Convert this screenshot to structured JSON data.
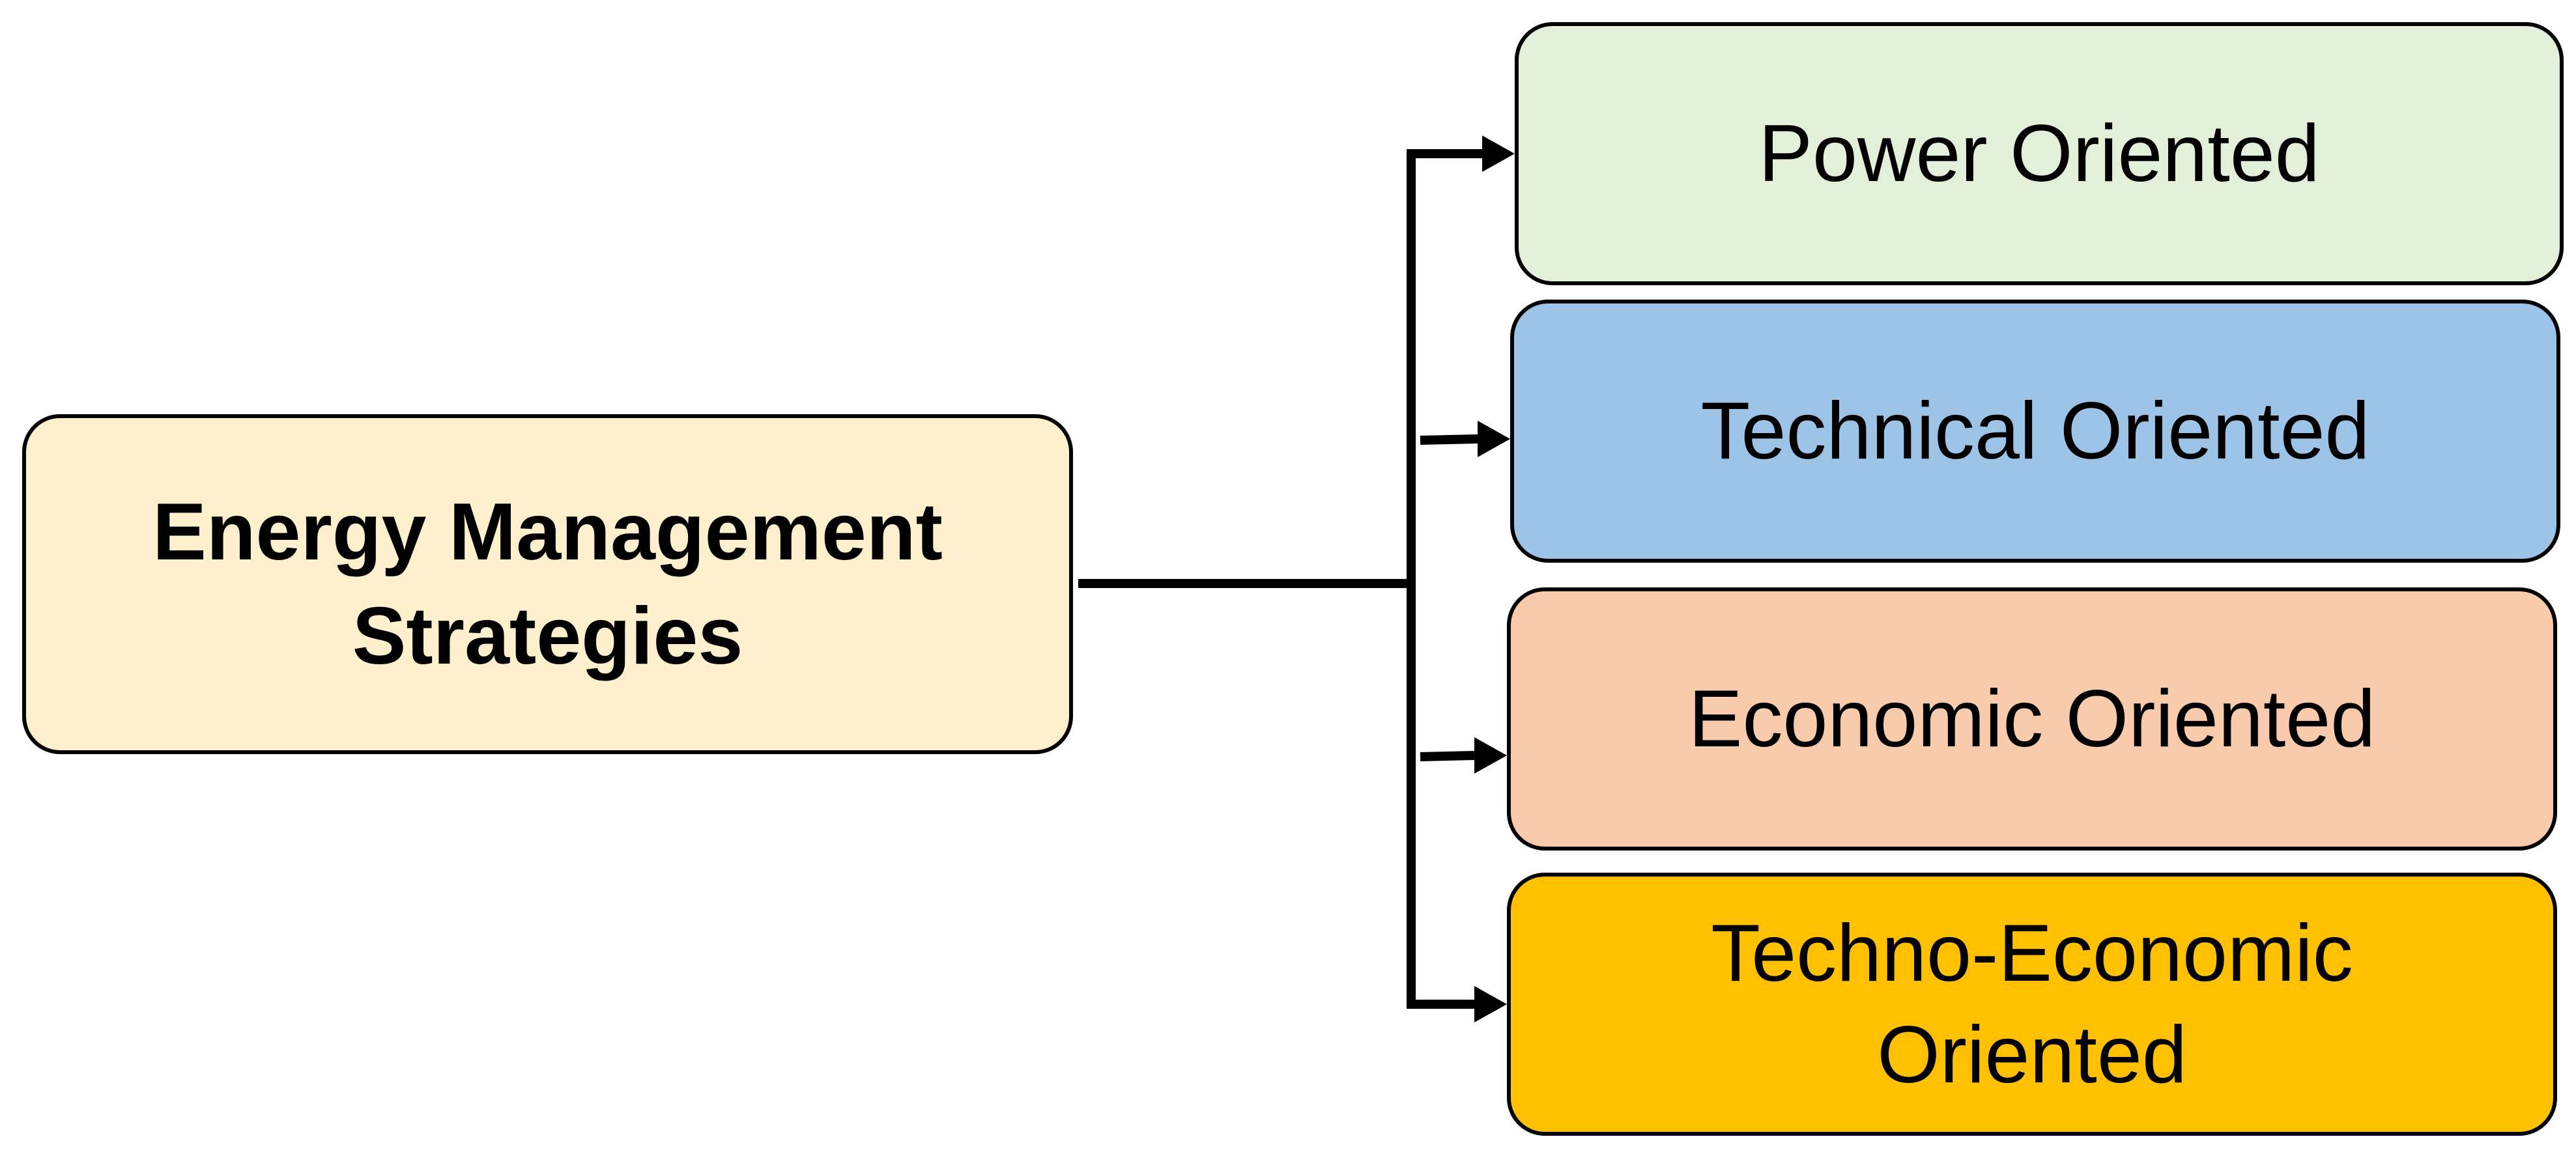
{
  "root": {
    "line1": "Energy Management",
    "line2": "Strategies",
    "fill": "#FFF0CD"
  },
  "children": [
    {
      "line1": "Power Oriented",
      "line2": "",
      "fill": "#E2EFD9"
    },
    {
      "line1": "Technical Oriented",
      "line2": "",
      "fill": "#9DC3E6"
    },
    {
      "line1": "Economic Oriented",
      "line2": "",
      "fill": "#F8CBAD"
    },
    {
      "line1": "Techno-Economic",
      "line2": "Oriented",
      "fill": "#FFC000"
    }
  ],
  "colors": {
    "stroke": "#000000",
    "text": "#000000",
    "background": "#FFFFFF"
  }
}
